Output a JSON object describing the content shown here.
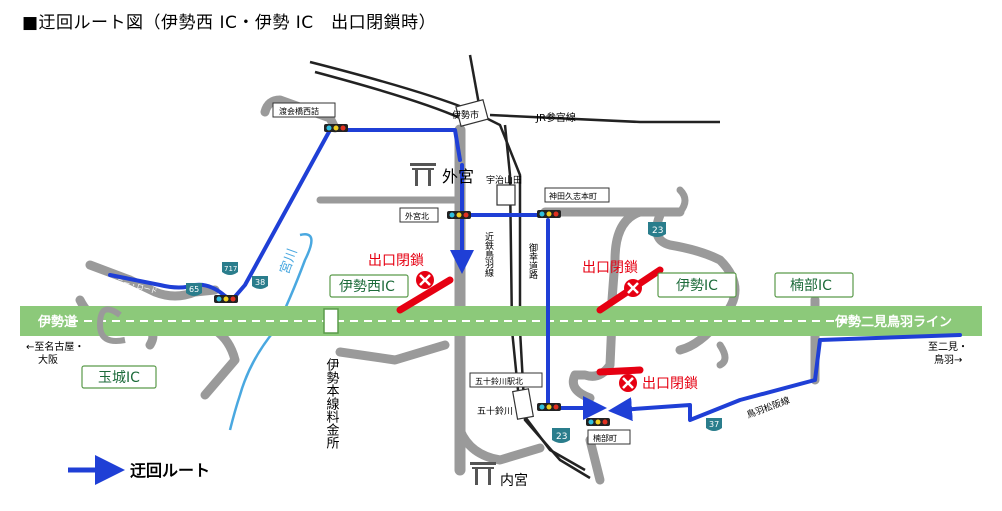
{
  "title": "■迂回ルート図（伊勢西 IC・伊勢 IC　出口閉鎖時）",
  "colors": {
    "road_gray": "#9a9a9a",
    "expressway_green": "#8cc97a",
    "detour_blue": "#1f3fd6",
    "closure_red": "#e60012",
    "river_blue": "#4aa8e0",
    "route_shield_teal": "#2a7d8c",
    "ic_label_text": "#1d6b3a"
  },
  "labels": {
    "expressway_left": "伊勢道",
    "expressway_right": "伊勢二見鳥羽ライン",
    "to_nagoya": "←至名古屋・",
    "to_nagoya_2": "大阪",
    "to_futami": "至二見・",
    "to_futami_2": "鳥羽→",
    "tamaki_ic": "玉城IC",
    "iseseic": "伊勢西IC",
    "ise_ic": "伊勢IC",
    "kusube_ic": "楠部IC",
    "closure_1": "出口閉鎖",
    "closure_2": "出口閉鎖",
    "closure_3": "出口閉鎖",
    "geku": "外宮",
    "naiku": "内宮",
    "tollgate": "伊勢本線料金所",
    "miyagawa": "宮川",
    "jr_line": "JR参宮線",
    "kintetsu_line": "近鉄鳥羽線",
    "miyuki_road": "御幸道路",
    "toba_matsusaka": "鳥羽松阪線",
    "iseshi_station": "伊勢市",
    "ujiyamada_station": "宇治山田",
    "isuzugawa_station": "五十鈴川",
    "sign_wataraibashi": "渡会橋西詰",
    "sign_gekuu_kita": "外宮北",
    "sign_kanda": "神田久志本町",
    "sign_isuzugawa_eki": "五十鈴川駅北",
    "sign_kusubecho": "楠部町",
    "road_label_left": "ニー・ロード",
    "legend_label": "迂回ルート"
  },
  "shields": {
    "r717": "717",
    "r65": "65",
    "r38": "38",
    "r23a": "23",
    "r23b": "23",
    "r37": "37"
  }
}
